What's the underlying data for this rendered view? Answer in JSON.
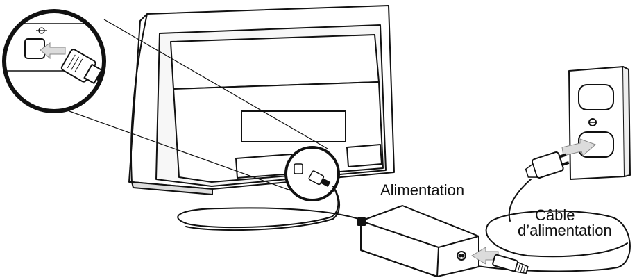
{
  "labels": {
    "power_adapter": "Alimentation",
    "power_cable_line1": "Câble",
    "power_cable_line2": "d’alimentation"
  },
  "colors": {
    "line": "#111111",
    "fill": "#ffffff",
    "shade": "#e6e6e6",
    "arrow": "#dcdcdc"
  }
}
